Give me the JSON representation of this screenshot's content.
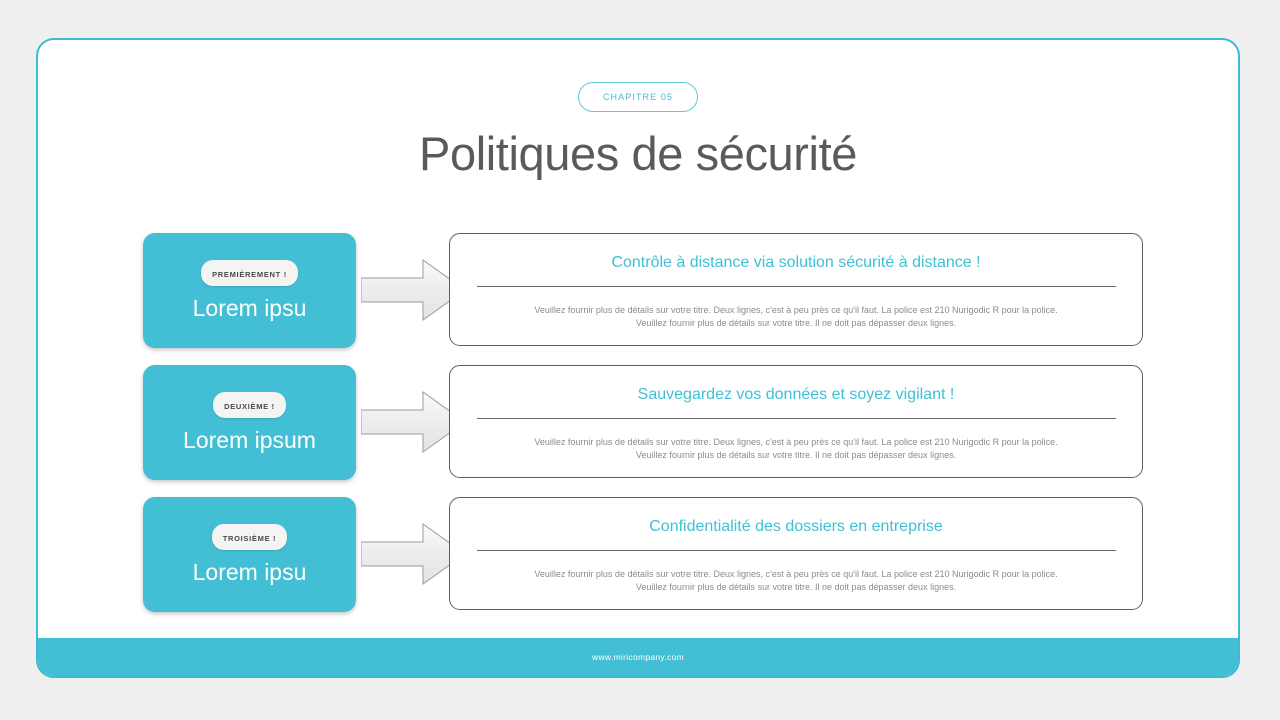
{
  "theme": {
    "accent": "#42bfd4",
    "accent_border": "#3fb9d1",
    "heading_color": "#3fc0d6",
    "title_color": "#5a5a5a",
    "body_color": "#8b8b8b",
    "panel_border": "#5f5f63",
    "page_background": "#efefef",
    "slide_background": "#ffffff"
  },
  "header": {
    "chapter_label": "CHAPITRE 05",
    "title": "Politiques de sécurité"
  },
  "rows": [
    {
      "tile": {
        "pill": "PREMIÈREMENT !",
        "label": "Lorem ipsu"
      },
      "arrow_icon": "arrow-right-icon",
      "panel": {
        "heading": "Contrôle à distance via solution sécurité à distance !",
        "body": "Veuillez fournir plus de détails sur votre titre. Deux lignes, c'est à peu près ce qu'il faut. La police est 210 Nurigodic R pour la police. Veuillez fournir plus de détails sur votre titre. Il ne doit pas dépasser deux lignes."
      }
    },
    {
      "tile": {
        "pill": "DEUXIÈME !",
        "label": "Lorem ipsum"
      },
      "arrow_icon": "arrow-right-icon",
      "panel": {
        "heading": "Sauvegardez vos données et soyez vigilant !",
        "body": "Veuillez fournir plus de détails sur votre titre. Deux lignes, c'est à peu près ce qu'il faut. La police est 210 Nurigodic R pour la police. Veuillez fournir plus de détails sur votre titre. Il ne doit pas dépasser deux lignes."
      }
    },
    {
      "tile": {
        "pill": "TROISIÈME !",
        "label": "Lorem ipsu"
      },
      "arrow_icon": "arrow-right-icon",
      "panel": {
        "heading": "Confidentialité des dossiers en entreprise",
        "body": "Veuillez fournir plus de détails sur votre titre. Deux lignes, c'est à peu près ce qu'il faut. La police est 210 Nurigodic R pour la police. Veuillez fournir plus de détails sur votre titre. Il ne doit pas dépasser deux lignes."
      }
    }
  ],
  "footer": {
    "url": "www.miricompany.com"
  }
}
